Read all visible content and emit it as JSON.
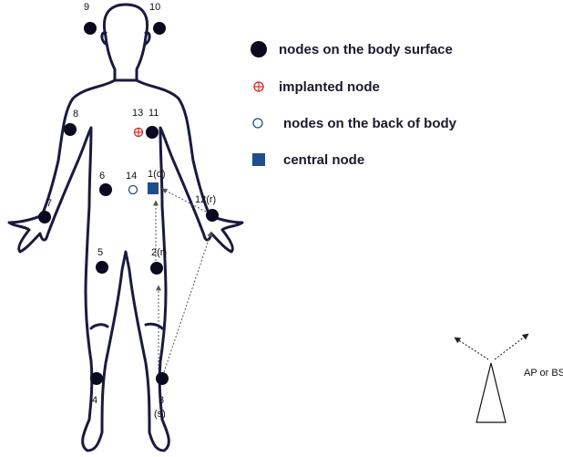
{
  "nodes": [
    {
      "id": "9",
      "label": "9"
    },
    {
      "id": "10",
      "label": "10"
    },
    {
      "id": "8",
      "label": "8"
    },
    {
      "id": "13",
      "label": "13"
    },
    {
      "id": "11",
      "label": "11"
    },
    {
      "id": "6",
      "label": "6"
    },
    {
      "id": "14",
      "label": "14"
    },
    {
      "id": "1",
      "label": "1(d)"
    },
    {
      "id": "7",
      "label": "7"
    },
    {
      "id": "12",
      "label": "12(r)"
    },
    {
      "id": "5",
      "label": "5"
    },
    {
      "id": "2",
      "label": "2(r)"
    },
    {
      "id": "4",
      "label": "4"
    },
    {
      "id": "3a",
      "label": "3"
    },
    {
      "id": "3b",
      "label": "(s)"
    }
  ],
  "legend": {
    "surface": "nodes on the body surface",
    "implanted": "implanted node",
    "back": "nodes on the back of body",
    "central": "central node"
  },
  "ap_label": "AP or BS",
  "colors": {
    "body_outline": "#1a1a40",
    "surface_node": "#0a0a1e",
    "implanted_node": "#e02020",
    "back_node": "#1f4e8c",
    "central_node": "#1f4e8c",
    "arrow": "#555555"
  }
}
